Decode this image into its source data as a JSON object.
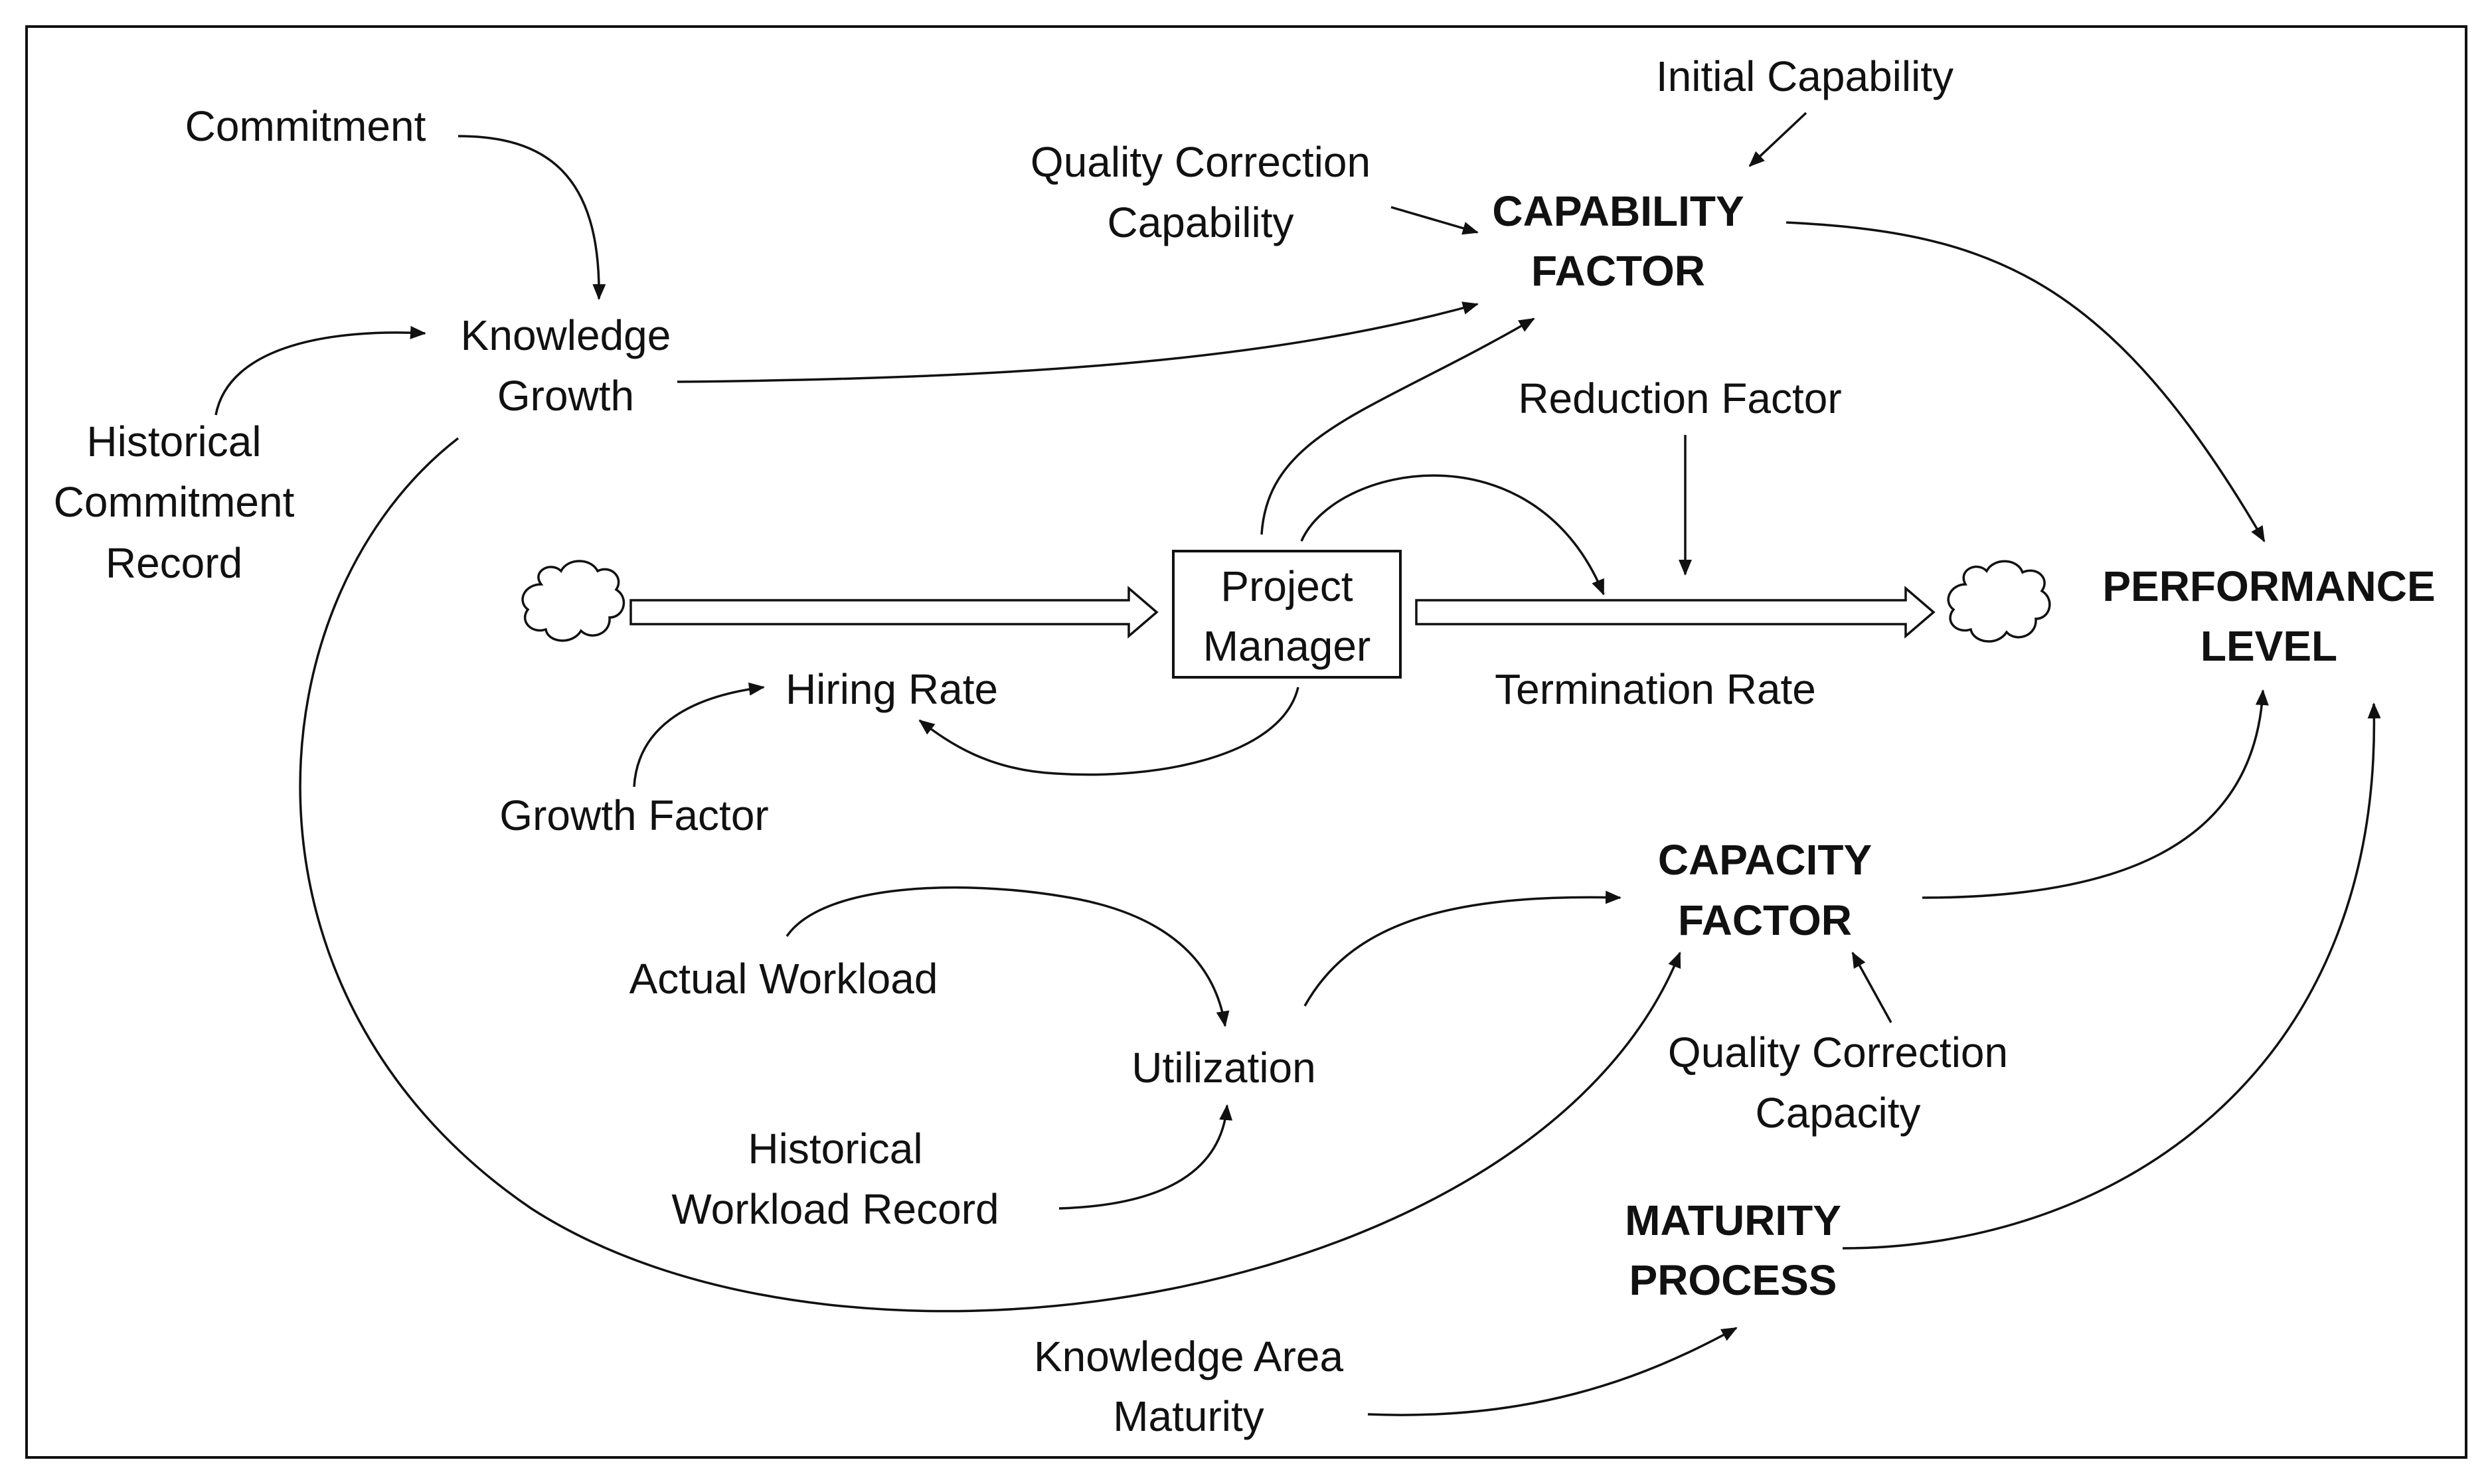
{
  "diagram": {
    "stock": {
      "line1": "Project",
      "line2": "Manager"
    },
    "flows": {
      "inflow": "Hiring Rate",
      "outflow": "Termination Rate"
    },
    "variables": {
      "commitment": "Commitment",
      "knowledge_growth": {
        "line1": "Knowledge",
        "line2": "Growth"
      },
      "historical_commitment_record": {
        "line1": "Historical",
        "line2": "Commitment",
        "line3": "Record"
      },
      "initial_capability": "Initial Capability",
      "quality_correction_capability": {
        "line1": "Quality Correction",
        "line2": "Capability"
      },
      "capability_factor": {
        "line1": "CAPABILITY",
        "line2": "FACTOR"
      },
      "reduction_factor": "Reduction Factor",
      "performance_level": {
        "line1": "PERFORMANCE",
        "line2": "LEVEL"
      },
      "growth_factor": "Growth Factor",
      "capacity_factor": {
        "line1": "CAPACITY",
        "line2": "FACTOR"
      },
      "actual_workload": "Actual Workload",
      "utilization": "Utilization",
      "quality_correction_capacity": {
        "line1": "Quality Correction",
        "line2": "Capacity"
      },
      "historical_workload_record": {
        "line1": "Historical",
        "line2": "Workload Record"
      },
      "maturity_process": {
        "line1": "MATURITY",
        "line2": "PROCESS"
      },
      "knowledge_area_maturity": {
        "line1": "Knowledge Area",
        "line2": "Maturity"
      }
    }
  }
}
